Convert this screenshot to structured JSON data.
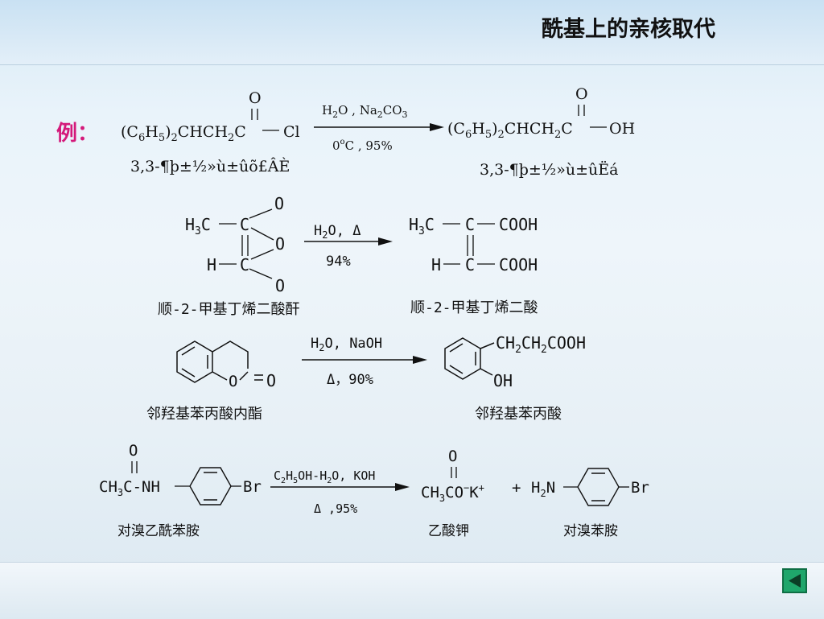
{
  "title": "酰基上的亲核取代",
  "example_label": "例：",
  "reactions": [
    {
      "reactant_name": "3,3-¶þ±½»ù±ûõ£ÂÈ",
      "conditions_top": "H2O , Na2CO3",
      "conditions_bottom": "0°C , 95%",
      "product_name": "3,3-¶þ±½»ù±ûËá"
    },
    {
      "reactant_name": "顺-2-甲基丁烯二酸酐",
      "conditions_top": "H2O, Δ",
      "conditions_bottom": "94%",
      "product_name": "顺-2-甲基丁烯二酸"
    },
    {
      "reactant_name": "邻羟基苯丙酸内酯",
      "conditions_top": "H2O, NaOH",
      "conditions_bottom": "Δ，90%",
      "product_name": "邻羟基苯丙酸"
    },
    {
      "reactant_name": "对溴乙酰苯胺",
      "conditions_top": "C2H5OH-H2O, KOH",
      "conditions_bottom": "Δ ,95%",
      "product_name": "乙酸钾",
      "product2_name": "对溴苯胺"
    }
  ],
  "nav": {
    "icon": "back-arrow-icon",
    "color": "#1fa66b"
  }
}
